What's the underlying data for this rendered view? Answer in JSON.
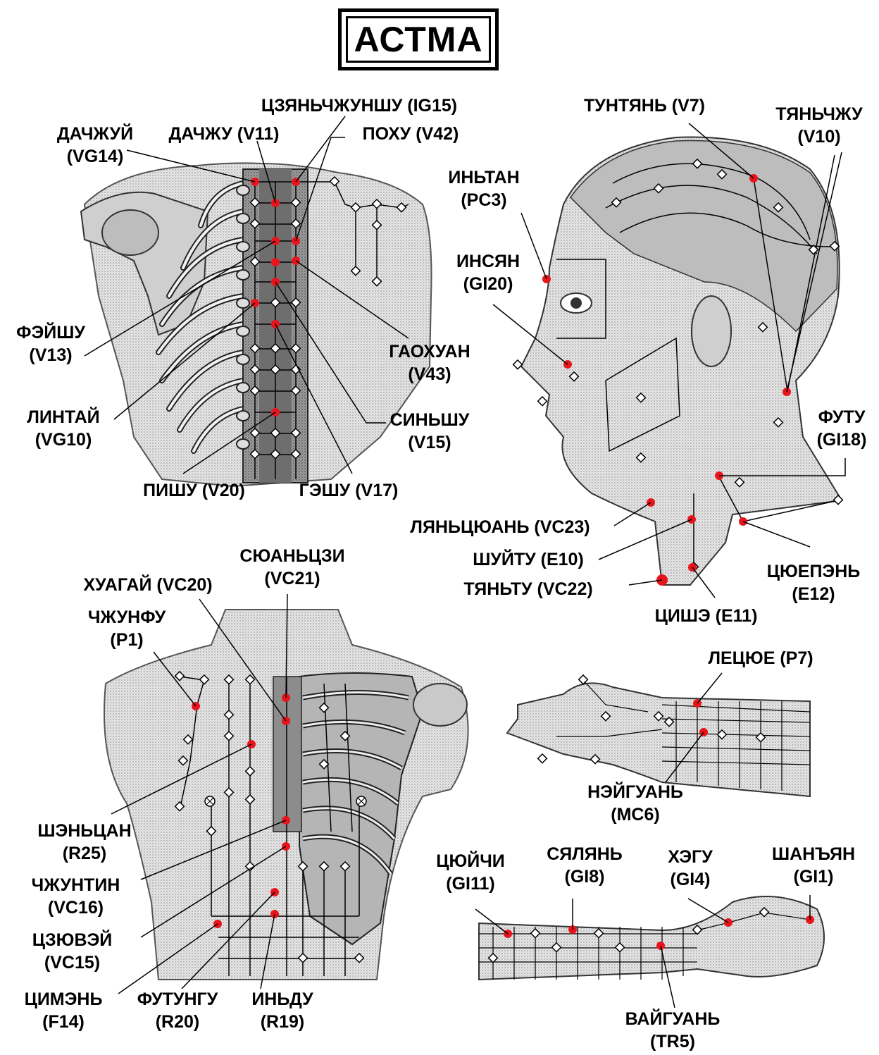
{
  "title": "АСТМА",
  "colors": {
    "acupoint": "#e8141c",
    "outline": "#000000",
    "skin": "#d4d4d4",
    "skin_dark": "#9a9a9a",
    "spine": "#7a7a7a"
  },
  "labels": {
    "l1": {
      "a": "ДАЧЖУЙ",
      "b": "(VG14)"
    },
    "l2": {
      "a": "ДАЧЖУ (V11)"
    },
    "l3": {
      "a": "ЦЗЯНЬЧЖУНШУ (IG15)"
    },
    "l4": {
      "a": "ПОХУ (V42)"
    },
    "l5": {
      "a": "ФЭЙШУ",
      "b": "(V13)"
    },
    "l6": {
      "a": "ЛИНТАЙ",
      "b": "(VG10)"
    },
    "l7": {
      "a": "ГАОХУАН",
      "b": "(V43)"
    },
    "l8": {
      "a": "СИНЬШУ",
      "b": "(V15)"
    },
    "l9": {
      "a": "ПИШУ (V20)"
    },
    "l10": {
      "a": "ГЭШУ (V17)"
    },
    "l11": {
      "a": "ТУНТЯНЬ (V7)"
    },
    "l12": {
      "a": "ТЯНЬЧЖУ",
      "b": "(V10)"
    },
    "l13": {
      "a": "ИНЬТАН",
      "b": "(PC3)"
    },
    "l14": {
      "a": "ИНСЯН",
      "b": "(GI20)"
    },
    "l15": {
      "a": "ФУТУ",
      "b": "(GI18)"
    },
    "l16": {
      "a": "ЛЯНЬЦЮАНЬ (VC23)"
    },
    "l17": {
      "a": "ШУЙТУ (E10)"
    },
    "l18": {
      "a": "ТЯНЬТУ (VC22)"
    },
    "l19": {
      "a": "ЦЮЕПЭНЬ",
      "b": "(E12)"
    },
    "l20": {
      "a": "ЦИШЭ (E11)"
    },
    "l21": {
      "a": "СЮАНЬЦЗИ",
      "b": "(VC21)"
    },
    "l22": {
      "a": "ХУАГАЙ (VC20)"
    },
    "l23": {
      "a": "ЧЖУНФУ",
      "b": "(P1)"
    },
    "l24": {
      "a": "ЛЕЦЮЕ (P7)"
    },
    "l25": {
      "a": "НЭЙГУАНЬ",
      "b": "(MC6)"
    },
    "l26": {
      "a": "ШЭНЬЦАН",
      "b": "(R25)"
    },
    "l27": {
      "a": "ЧЖУНТИН",
      "b": "(VC16)"
    },
    "l28": {
      "a": "ЦЗЮВЭЙ",
      "b": "(VC15)"
    },
    "l29": {
      "a": "ЦИМЭНЬ",
      "b": "(F14)"
    },
    "l30": {
      "a": "ФУТУНГУ",
      "b": "(R20)"
    },
    "l31": {
      "a": "ИНЬДУ",
      "b": "(R19)"
    },
    "l32": {
      "a": "ЦЮЙЧИ",
      "b": "(GI11)"
    },
    "l33": {
      "a": "СЯЛЯНЬ",
      "b": "(GI8)"
    },
    "l34": {
      "a": "ХЭГУ",
      "b": "(GI4)"
    },
    "l35": {
      "a": "ШАНЪЯН",
      "b": "(GI1)"
    },
    "l36": {
      "a": "ВАЙГУАНЬ",
      "b": "(TR5)"
    }
  }
}
